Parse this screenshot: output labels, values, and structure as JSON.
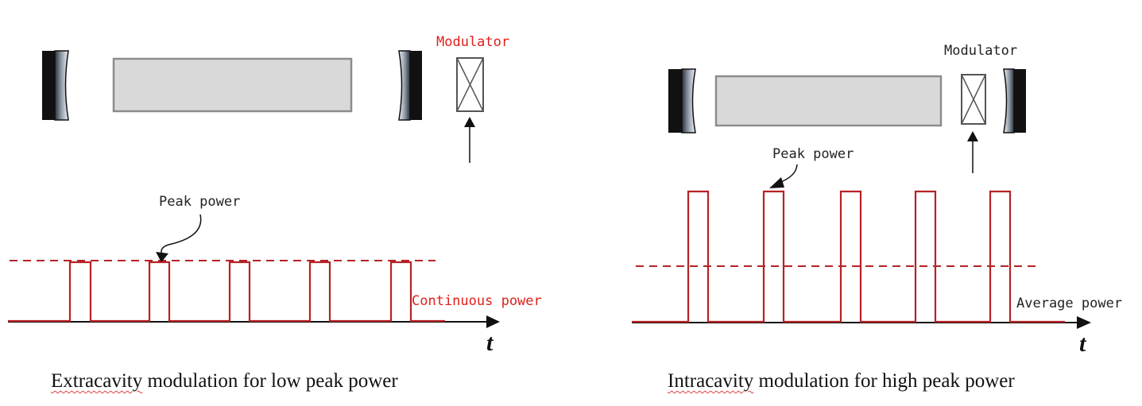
{
  "colors": {
    "signal": "#b52225",
    "label_red": "#e0201c",
    "gain_fill": "#d9d9d9",
    "gain_stroke": "#8c8c8c",
    "axis": "#111111"
  },
  "left_panel": {
    "modulator_label": "Modulator",
    "peak_label": "Peak power",
    "level_label": "Continuous power",
    "axis_label": "t",
    "caption_word": "Extracavity",
    "caption_rest": " modulation for low peak power"
  },
  "right_panel": {
    "modulator_label": "Modulator",
    "peak_label": "Peak power",
    "level_label": "Average power",
    "axis_label": "t",
    "caption_word": "Intracavity",
    "caption_rest": " modulation for high peak power"
  }
}
